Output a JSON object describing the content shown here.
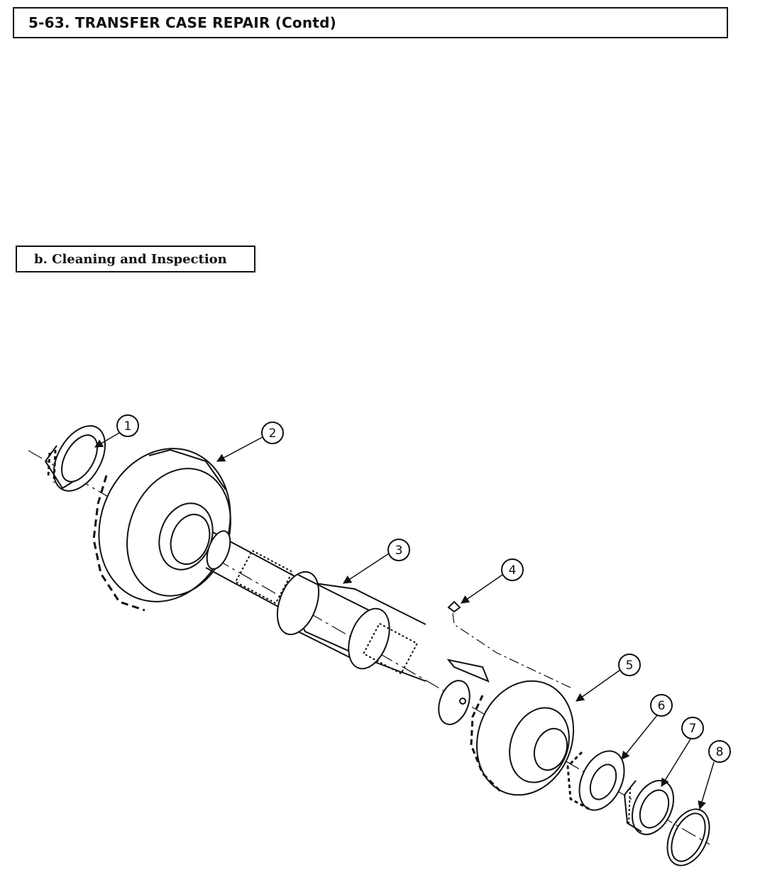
{
  "header": {
    "title": "5-63.  TRANSFER CASE REPAIR (Contd)"
  },
  "subsection": {
    "title": "b.  Cleaning and Inspection"
  },
  "figure": {
    "callouts": [
      {
        "number": "1",
        "part": "bearing-cone"
      },
      {
        "number": "2",
        "part": "large-gear"
      },
      {
        "number": "3",
        "part": "shaft"
      },
      {
        "number": "4",
        "part": "key"
      },
      {
        "number": "5",
        "part": "small-gear"
      },
      {
        "number": "6",
        "part": "bearing-cone"
      },
      {
        "number": "7",
        "part": "spacer"
      },
      {
        "number": "8",
        "part": "snap-ring"
      }
    ]
  }
}
